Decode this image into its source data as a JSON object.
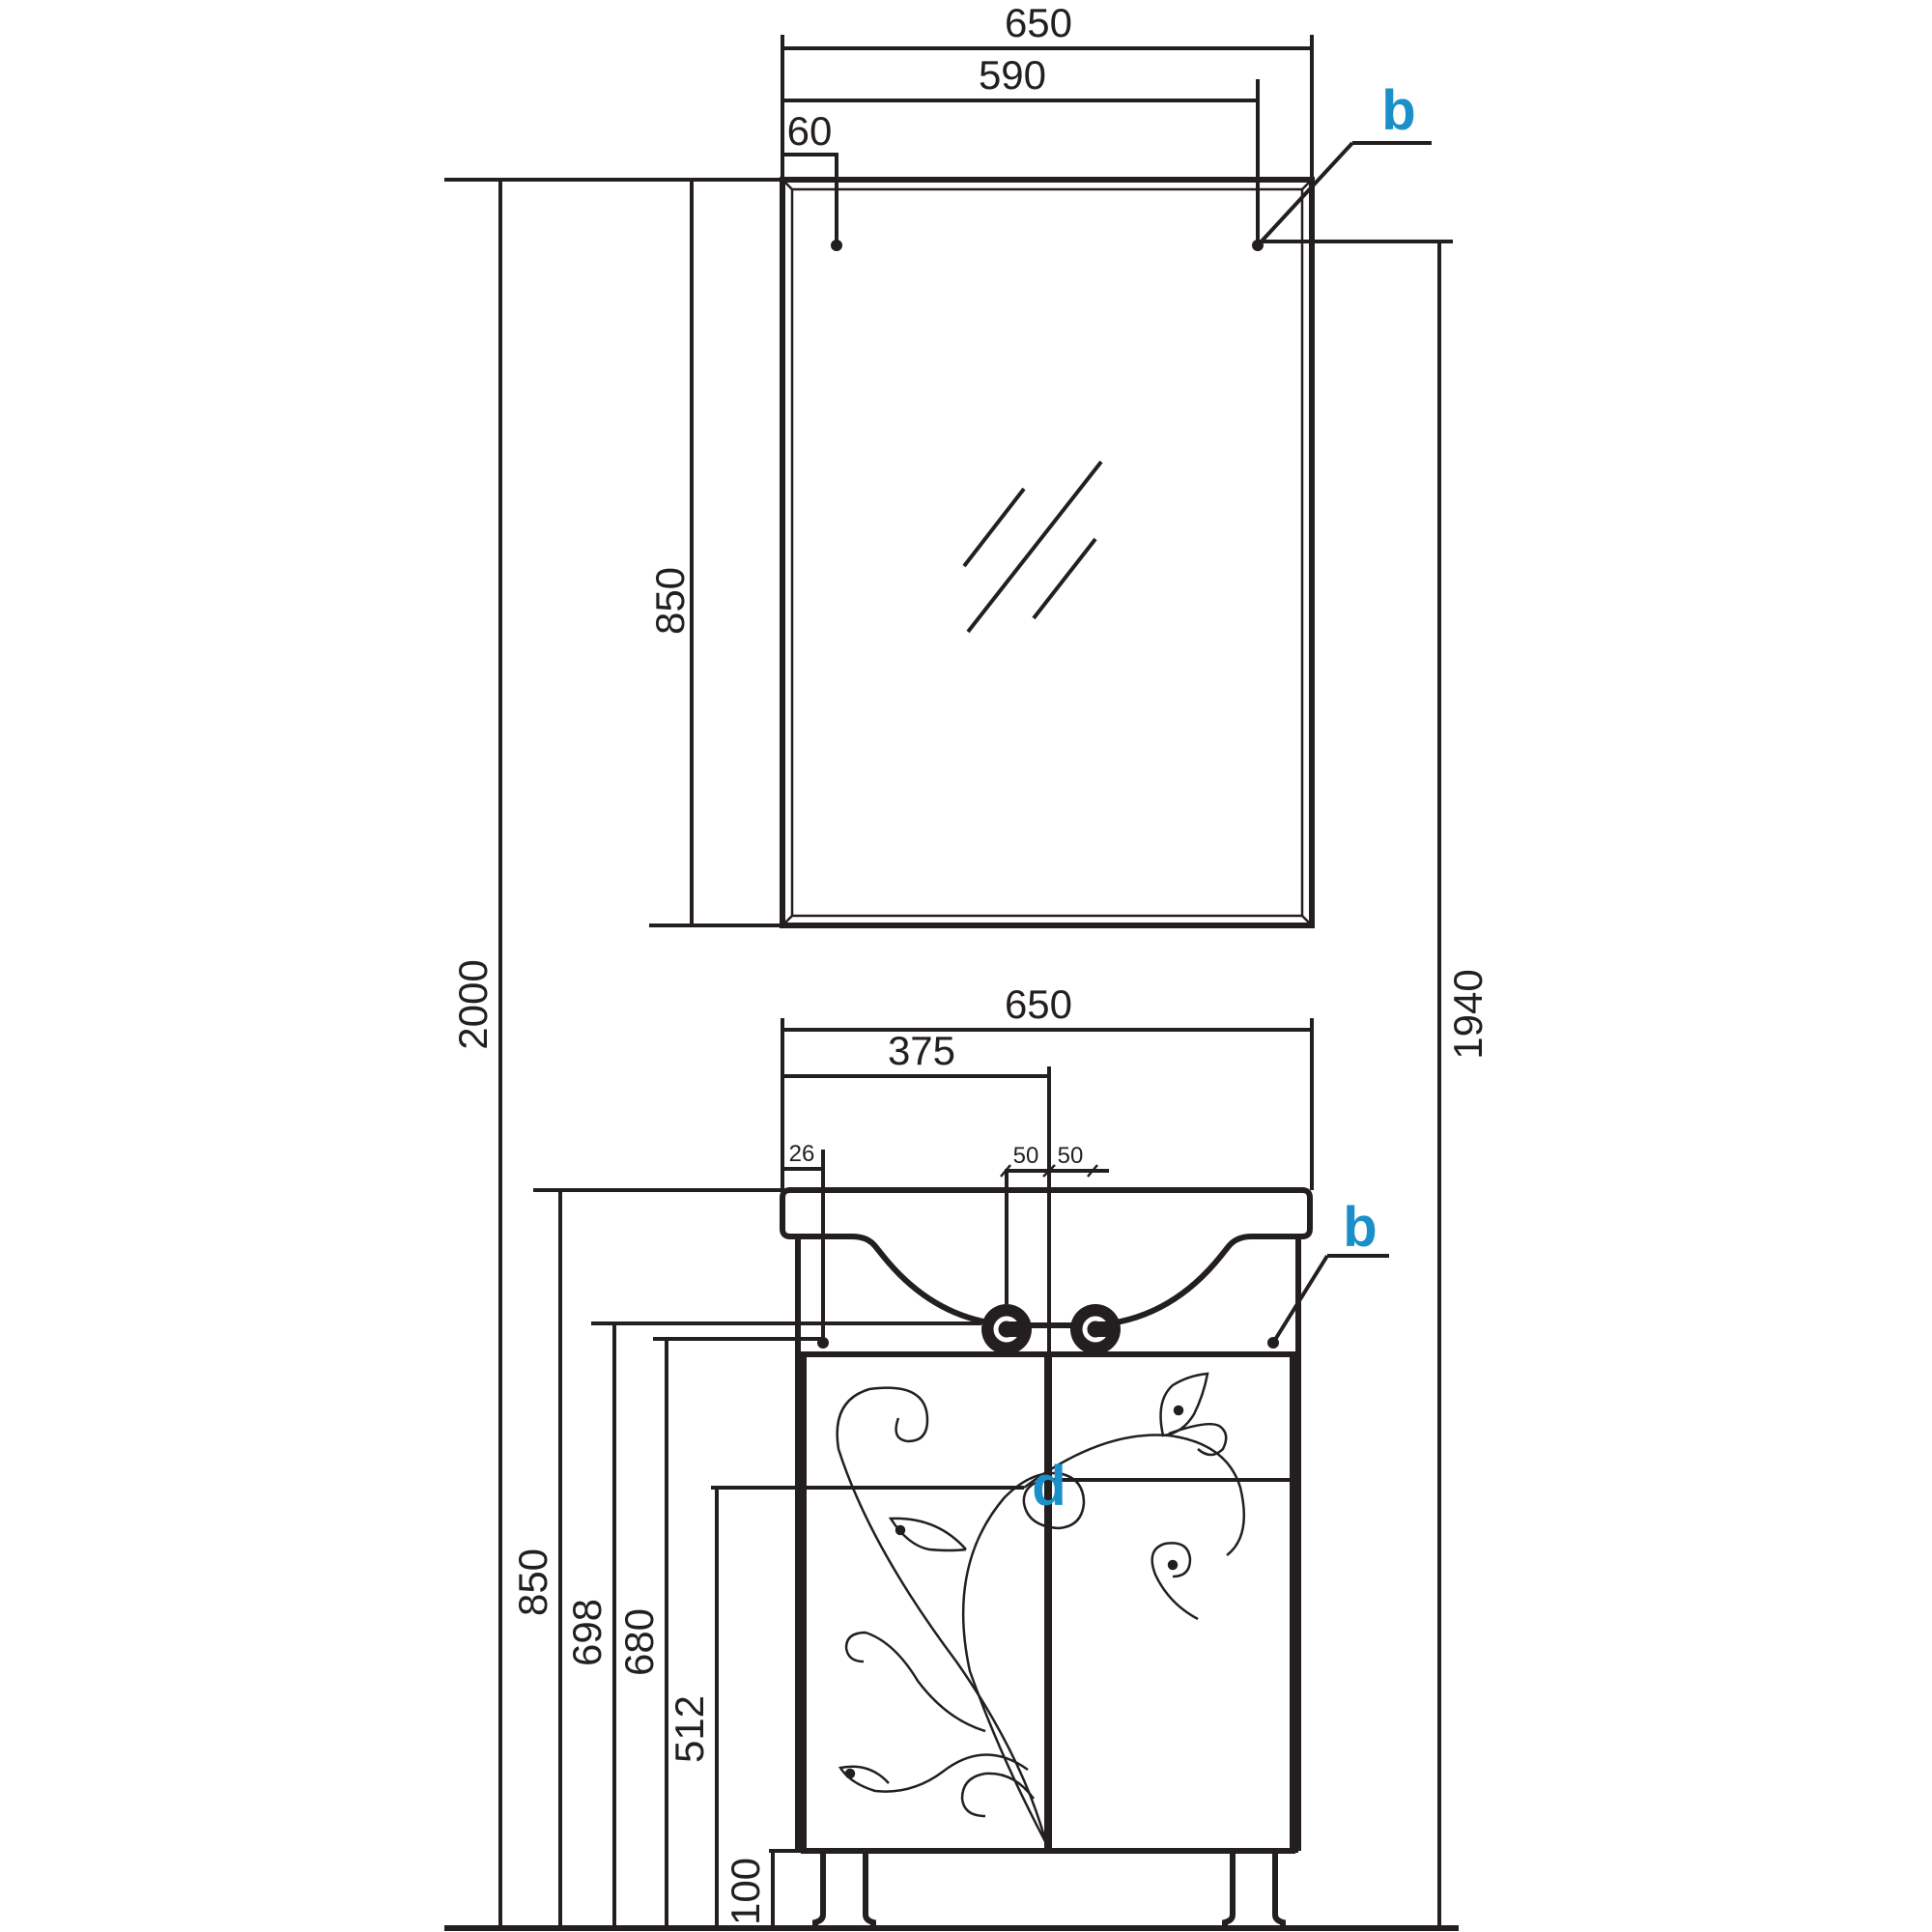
{
  "mirror": {
    "width": "650",
    "hole_spacing": "590",
    "hole_offset": "60",
    "height": "850",
    "marker": "b"
  },
  "overall": {
    "total_height": "2000",
    "mount_height": "1940"
  },
  "cabinet": {
    "width": "650",
    "center_offset": "375",
    "hole_offset": "26",
    "tap_left": "50",
    "tap_right": "50",
    "height": "850",
    "dim_698": "698",
    "dim_680": "680",
    "dim_512": "512",
    "leg_height": "100",
    "marker_b": "b",
    "marker_d": "d"
  },
  "colors": {
    "line": "#231f20",
    "marker": "#1a8fc8"
  }
}
